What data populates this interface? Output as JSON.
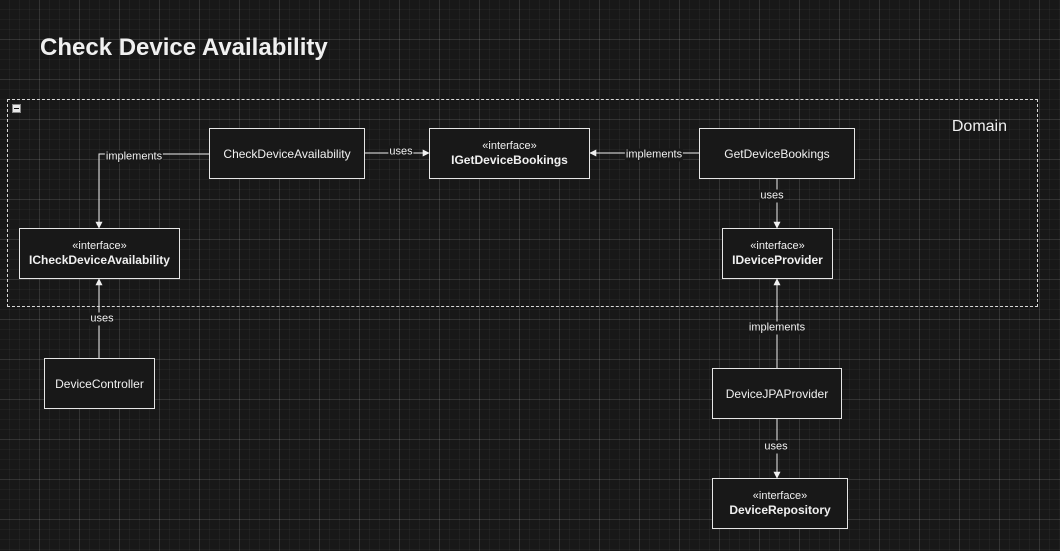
{
  "title": "Check Device Availability",
  "group": {
    "label": "Domain"
  },
  "nodes": {
    "check_device_availability": {
      "label": "CheckDeviceAvailability"
    },
    "i_get_device_bookings": {
      "stereotype": "«interface»",
      "label": "IGetDeviceBookings"
    },
    "get_device_bookings": {
      "label": "GetDeviceBookings"
    },
    "i_check_device_availability": {
      "stereotype": "«interface»",
      "label": "ICheckDeviceAvailability"
    },
    "i_device_provider": {
      "stereotype": "«interface»",
      "label": "IDeviceProvider"
    },
    "device_controller": {
      "label": "DeviceController"
    },
    "device_jpa_provider": {
      "label": "DeviceJPAProvider"
    },
    "device_repository": {
      "stereotype": "«interface»",
      "label": "DeviceRepository"
    }
  },
  "edges": [
    {
      "from": "CheckDeviceAvailability",
      "to": "IGetDeviceBookings",
      "label": "uses"
    },
    {
      "from": "GetDeviceBookings",
      "to": "IGetDeviceBookings",
      "label": "implements"
    },
    {
      "from": "CheckDeviceAvailability",
      "to": "ICheckDeviceAvailability",
      "label": "implements"
    },
    {
      "from": "GetDeviceBookings",
      "to": "IDeviceProvider",
      "label": "uses"
    },
    {
      "from": "DeviceController",
      "to": "ICheckDeviceAvailability",
      "label": "uses"
    },
    {
      "from": "DeviceJPAProvider",
      "to": "IDeviceProvider",
      "label": "implements"
    },
    {
      "from": "DeviceJPAProvider",
      "to": "DeviceRepository",
      "label": "uses"
    }
  ],
  "colors": {
    "background": "#181818",
    "stroke": "#e6e6e6",
    "text": "#f0f0f0"
  }
}
